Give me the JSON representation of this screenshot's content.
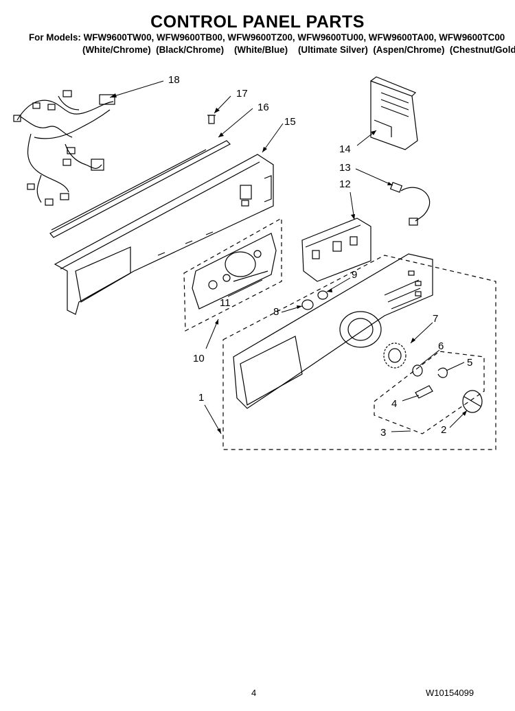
{
  "header": {
    "title": "CONTROL PANEL PARTS",
    "models_line": "For Models: WFW9600TW00, WFW9600TB00, WFW9600TZ00, WFW9600TU00, WFW9600TA00, WFW9600TC00",
    "colors_line": "(White/Chrome)  (Black/Chrome)    (White/Blue)    (Ultimate Silver)  (Aspen/Chrome)  (Chestnut/Gold)"
  },
  "callouts": [
    {
      "id": "c18",
      "label": "18"
    },
    {
      "id": "c17",
      "label": "17"
    },
    {
      "id": "c16",
      "label": "16"
    },
    {
      "id": "c15",
      "label": "15"
    },
    {
      "id": "c14",
      "label": "14"
    },
    {
      "id": "c13",
      "label": "13"
    },
    {
      "id": "c12",
      "label": "12"
    },
    {
      "id": "c11",
      "label": "11"
    },
    {
      "id": "c10",
      "label": "10"
    },
    {
      "id": "c9",
      "label": "9"
    },
    {
      "id": "c8",
      "label": "8"
    },
    {
      "id": "c7",
      "label": "7"
    },
    {
      "id": "c6",
      "label": "6"
    },
    {
      "id": "c5",
      "label": "5"
    },
    {
      "id": "c4",
      "label": "4"
    },
    {
      "id": "c3",
      "label": "3"
    },
    {
      "id": "c2",
      "label": "2"
    },
    {
      "id": "c1",
      "label": "1"
    }
  ],
  "footer": {
    "page_number": "4",
    "document_id": "W10154099"
  }
}
